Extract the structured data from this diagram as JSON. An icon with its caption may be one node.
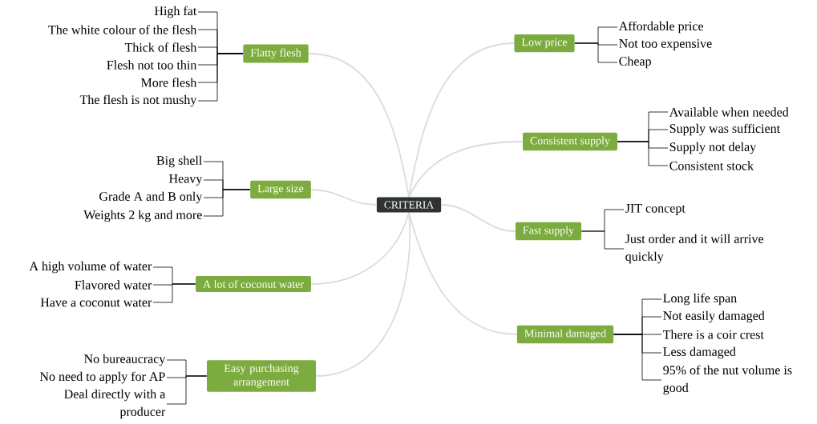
{
  "diagram": {
    "nodes": [
      {
        "text": [
          "CRITERIA"
        ]
      },
      {
        "text": [
          "Flatty flesh"
        ]
      },
      {
        "text": [
          "High fat"
        ]
      },
      {
        "text": [
          "The white colour of the flesh"
        ]
      },
      {
        "text": [
          "Thick of flesh"
        ]
      },
      {
        "text": [
          "Flesh not too thin"
        ]
      },
      {
        "text": [
          "More flesh"
        ]
      },
      {
        "text": [
          "The flesh is not mushy"
        ]
      },
      {
        "text": [
          "Large size"
        ]
      },
      {
        "text": [
          "Big shell"
        ]
      },
      {
        "text": [
          "Heavy"
        ]
      },
      {
        "text": [
          "Grade A and B only"
        ]
      },
      {
        "text": [
          "Weights 2 kg and more"
        ]
      },
      {
        "text": [
          "A lot of coconut water"
        ]
      },
      {
        "text": [
          "A high volume of water"
        ]
      },
      {
        "text": [
          "Flavored water"
        ]
      },
      {
        "text": [
          "Have a coconut water"
        ]
      },
      {
        "text": [
          "Easy purchasing arrangement"
        ]
      },
      {
        "text": [
          "No bureaucracy"
        ]
      },
      {
        "text": [
          "No need to apply for AP"
        ]
      },
      {
        "text": [
          "Deal directly with a producer"
        ]
      },
      {
        "text": [
          "Low price"
        ]
      },
      {
        "text": [
          "Affordable price"
        ]
      },
      {
        "text": [
          "Not too expensive"
        ]
      },
      {
        "text": [
          "Cheap"
        ]
      },
      {
        "text": [
          "Consistent supply"
        ]
      },
      {
        "text": [
          "Available when needed"
        ]
      },
      {
        "text": [
          "Supply was sufficient"
        ]
      },
      {
        "text": [
          "Supply not delay"
        ]
      },
      {
        "text": [
          "Consistent stock"
        ]
      },
      {
        "text": [
          "Fast supply"
        ]
      },
      {
        "text": [
          "JIT concept"
        ]
      },
      {
        "text": [
          "Just order and it will arrive quickly"
        ]
      },
      {
        "text": [
          "Minimal damaged"
        ]
      },
      {
        "text": [
          "Long life span"
        ]
      },
      {
        "text": [
          "Not easily damaged"
        ]
      },
      {
        "text": [
          "There is a coir crest"
        ]
      },
      {
        "text": [
          "Less damaged"
        ]
      },
      {
        "text": [
          "95% of the nut volume is good"
        ]
      }
    ],
    "edges": [
      {
        "from": 0,
        "to": 1,
        "arrow": "none",
        "color": "#dcdcdc"
      },
      {
        "from": 0,
        "to": 8,
        "arrow": "none",
        "color": "#dcdcdc"
      },
      {
        "from": 0,
        "to": 13,
        "arrow": "none",
        "color": "#dcdcdc"
      },
      {
        "from": 0,
        "to": 17,
        "arrow": "none",
        "color": "#dcdcdc"
      },
      {
        "from": 0,
        "to": 21,
        "arrow": "none",
        "color": "#dcdcdc"
      },
      {
        "from": 0,
        "to": 25,
        "arrow": "none",
        "color": "#dcdcdc"
      },
      {
        "from": 0,
        "to": 30,
        "arrow": "none",
        "color": "#dcdcdc"
      },
      {
        "from": 0,
        "to": 33,
        "arrow": "none",
        "color": "#dcdcdc"
      },
      {
        "from": 1,
        "to": 2,
        "arrow": "none"
      },
      {
        "from": 1,
        "to": 3,
        "arrow": "none"
      },
      {
        "from": 1,
        "to": 4,
        "arrow": "none"
      },
      {
        "from": 1,
        "to": 5,
        "arrow": "none"
      },
      {
        "from": 1,
        "to": 6,
        "arrow": "none"
      },
      {
        "from": 1,
        "to": 7,
        "arrow": "none"
      },
      {
        "from": 8,
        "to": 9,
        "arrow": "none"
      },
      {
        "from": 8,
        "to": 10,
        "arrow": "none"
      },
      {
        "from": 8,
        "to": 11,
        "arrow": "none"
      },
      {
        "from": 8,
        "to": 12,
        "arrow": "none"
      },
      {
        "from": 13,
        "to": 14,
        "arrow": "none"
      },
      {
        "from": 13,
        "to": 15,
        "arrow": "none"
      },
      {
        "from": 13,
        "to": 16,
        "arrow": "none"
      },
      {
        "from": 17,
        "to": 18,
        "arrow": "none"
      },
      {
        "from": 17,
        "to": 19,
        "arrow": "none"
      },
      {
        "from": 17,
        "to": 20,
        "arrow": "none"
      },
      {
        "from": 21,
        "to": 22,
        "arrow": "none"
      },
      {
        "from": 21,
        "to": 23,
        "arrow": "none"
      },
      {
        "from": 21,
        "to": 24,
        "arrow": "none"
      },
      {
        "from": 25,
        "to": 26,
        "arrow": "none"
      },
      {
        "from": 25,
        "to": 27,
        "arrow": "none"
      },
      {
        "from": 25,
        "to": 28,
        "arrow": "none"
      },
      {
        "from": 25,
        "to": 29,
        "arrow": "none"
      },
      {
        "from": 30,
        "to": 31,
        "arrow": "none"
      },
      {
        "from": 30,
        "to": 32,
        "arrow": "none"
      },
      {
        "from": 33,
        "to": 34,
        "arrow": "none"
      },
      {
        "from": 33,
        "to": 35,
        "arrow": "none"
      },
      {
        "from": 33,
        "to": 36,
        "arrow": "none"
      },
      {
        "from": 33,
        "to": 37,
        "arrow": "none"
      },
      {
        "from": 33,
        "to": 38,
        "arrow": "none"
      }
    ]
  }
}
